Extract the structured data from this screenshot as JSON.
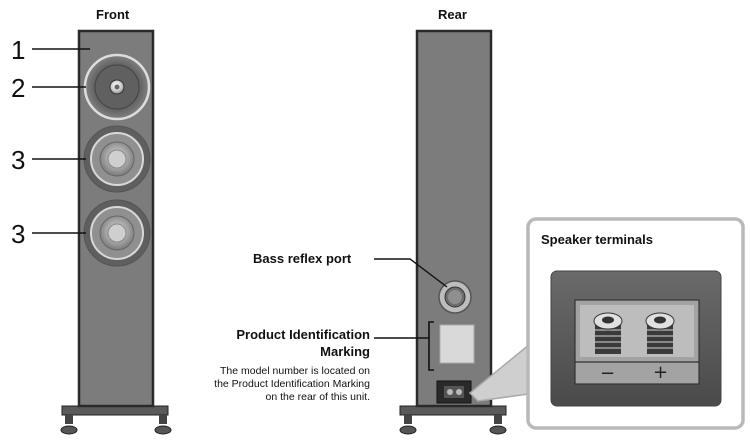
{
  "front": {
    "heading": "Front",
    "callouts": [
      "1",
      "2",
      "3",
      "3"
    ]
  },
  "rear": {
    "heading": "Rear",
    "bass_reflex_label": "Bass reflex port",
    "product_id_label_line1": "Product Identification",
    "product_id_label_line2": "Marking",
    "product_id_desc_line1": "The model number is located on",
    "product_id_desc_line2": "the Product Identification Marking",
    "product_id_desc_line3": "on the rear of this unit."
  },
  "terminals_inset": {
    "title": "Speaker terminals",
    "minus_symbol": "−",
    "plus_symbol": "+"
  },
  "colors": {
    "cabinet": "#7c7c7c",
    "cabinet_edge": "#2a2a2a",
    "inset_border": "#b9b9b9",
    "inset_bg": "#5a5a5a"
  }
}
